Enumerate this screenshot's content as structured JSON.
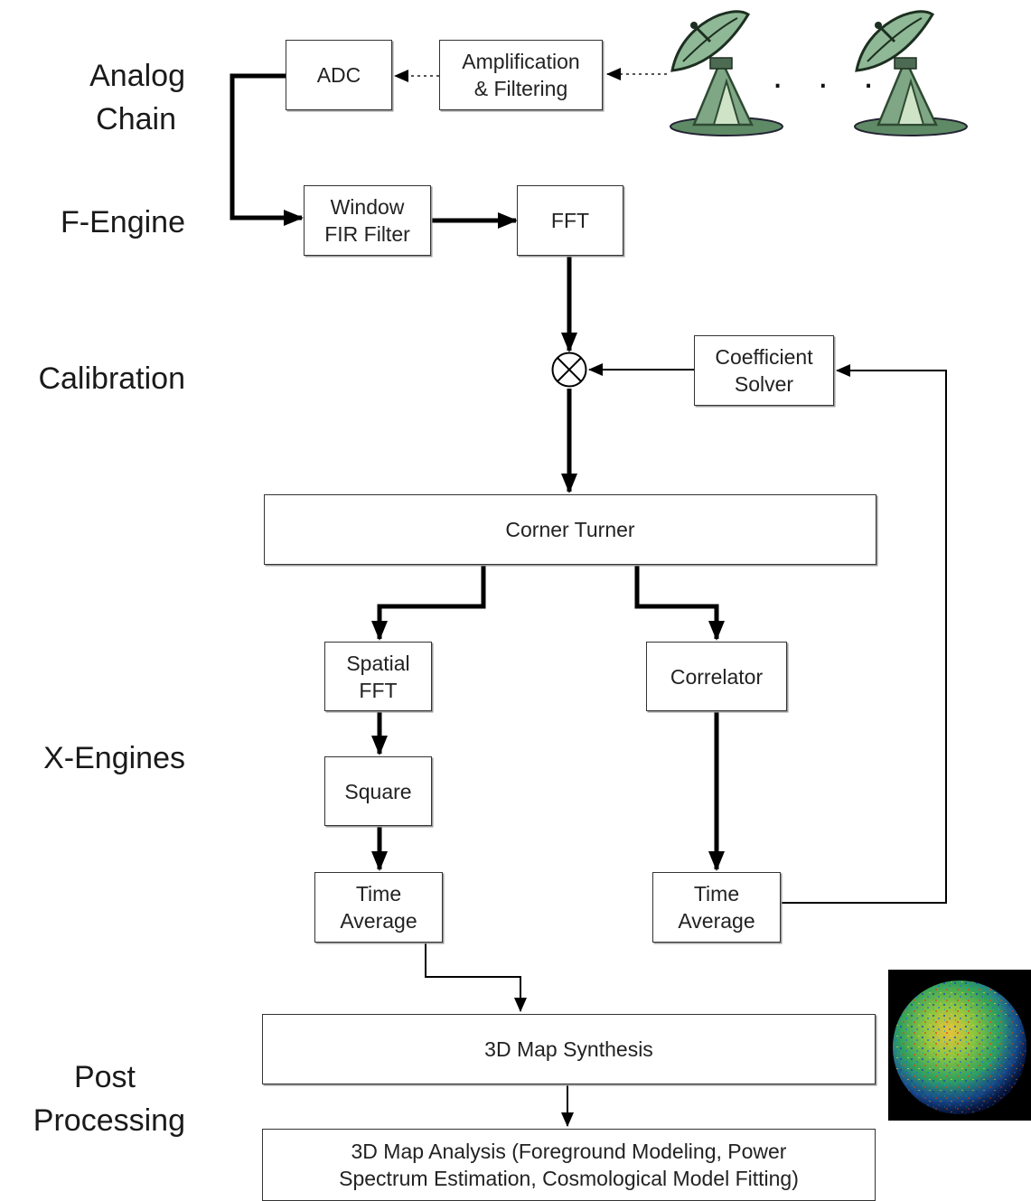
{
  "stages": {
    "analog": [
      "Analog",
      "Chain"
    ],
    "fengine": "F-Engine",
    "calibration": "Calibration",
    "xengines": "X-Engines",
    "post": [
      "Post",
      "Processing"
    ]
  },
  "boxes": {
    "adc": "ADC",
    "amp": [
      "Amplification",
      "& Filtering"
    ],
    "window": [
      "Window",
      "FIR Filter"
    ],
    "fft": "FFT",
    "coef": [
      "Coefficient",
      "Solver"
    ],
    "corner": "Corner Turner",
    "spatial": [
      "Spatial",
      "FFT"
    ],
    "correlator": "Correlator",
    "square": "Square",
    "timeavg_left": [
      "Time",
      "Average"
    ],
    "timeavg_right": [
      "Time",
      "Average"
    ],
    "synthesis": "3D Map Synthesis",
    "analysis": [
      "3D Map Analysis (Foreground Modeling, Power",
      "Spectrum Estimation, Cosmological Model Fitting)"
    ]
  },
  "ellipsis": ". . .",
  "icons": {
    "antenna": "radio-dish-antenna-icon",
    "multiplier": "multiply-circle-icon",
    "sky_map": "sky-map-sphere-icon"
  },
  "colors": {
    "antenna_green": "#7fa785",
    "antenna_dark": "#2f4a33",
    "box_border": "#333333"
  }
}
